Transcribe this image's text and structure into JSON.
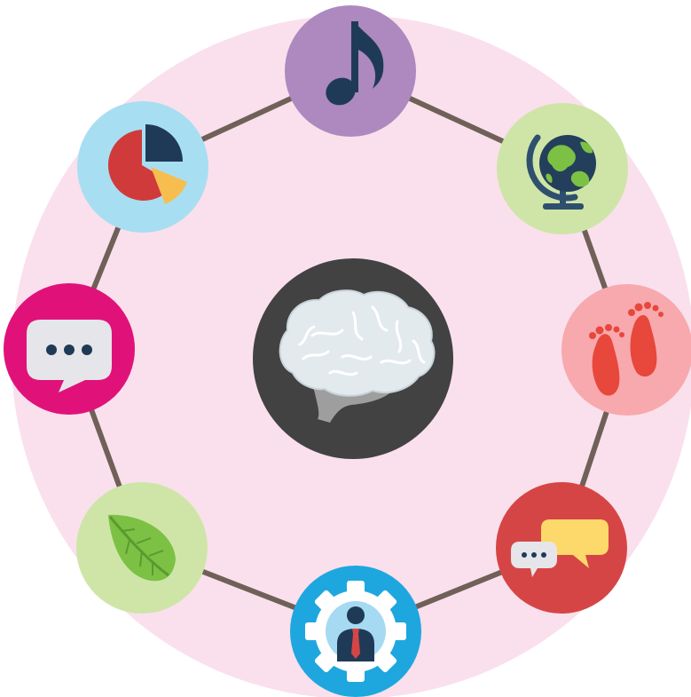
{
  "colors": {
    "outer_ring": "#fae0ec",
    "connector": "#6f6058",
    "center": "#424242",
    "music": "#ad89c0",
    "globe": "#cfe5a8",
    "feet": "#f7a9ad",
    "chat_pair": "#d64545",
    "settings_person": "#1ea7df",
    "leaf": "#cfe5a8",
    "speech": "#e0127a",
    "pie_chart": "#a8def2"
  },
  "center": {
    "icon": "brain-icon"
  },
  "nodes": [
    {
      "key": "music",
      "icon": "music-note-icon"
    },
    {
      "key": "globe",
      "icon": "globe-icon"
    },
    {
      "key": "feet",
      "icon": "footprints-icon"
    },
    {
      "key": "chat_pair",
      "icon": "chat-bubbles-icon"
    },
    {
      "key": "settings_person",
      "icon": "gear-person-icon"
    },
    {
      "key": "leaf",
      "icon": "leaf-icon"
    },
    {
      "key": "speech",
      "icon": "speech-bubble-icon"
    },
    {
      "key": "pie_chart",
      "icon": "pie-chart-icon"
    }
  ]
}
